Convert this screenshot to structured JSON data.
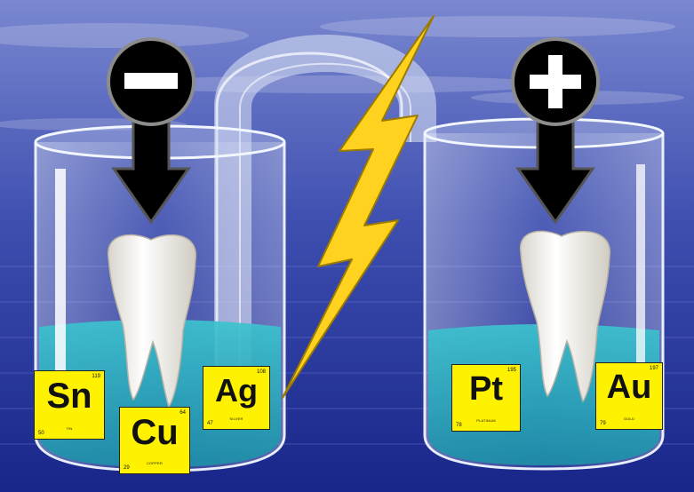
{
  "colors": {
    "sky_top": "#6a78c8",
    "sky_bottom": "#1b2a8c",
    "electrolyte": "#2fb3c2",
    "tile": "#fff200",
    "bolt": "#ffd21f",
    "arrow": "#000000"
  },
  "left_beaker": {
    "terminal_sign": "−",
    "terminal_icon": "minus-sign-icon",
    "tooth_icon": "molar-tooth-icon",
    "elements": [
      {
        "symbol": "Sn",
        "atomic_number": "50",
        "atomic_mass": "119",
        "name": "TIN"
      },
      {
        "symbol": "Cu",
        "atomic_number": "29",
        "atomic_mass": "64",
        "name": "COPPER"
      },
      {
        "symbol": "Ag",
        "atomic_number": "47",
        "atomic_mass": "108",
        "name": "SILVER"
      }
    ]
  },
  "right_beaker": {
    "terminal_sign": "+",
    "terminal_icon": "plus-sign-icon",
    "tooth_icon": "molar-tooth-icon",
    "elements": [
      {
        "symbol": "Pt",
        "atomic_number": "78",
        "atomic_mass": "195",
        "name": "PLATINUM"
      },
      {
        "symbol": "Au",
        "atomic_number": "79",
        "atomic_mass": "197",
        "name": "GOLD"
      }
    ]
  },
  "connector": {
    "icon": "salt-bridge-tube-icon"
  },
  "spark": {
    "icon": "lightning-bolt-icon"
  }
}
